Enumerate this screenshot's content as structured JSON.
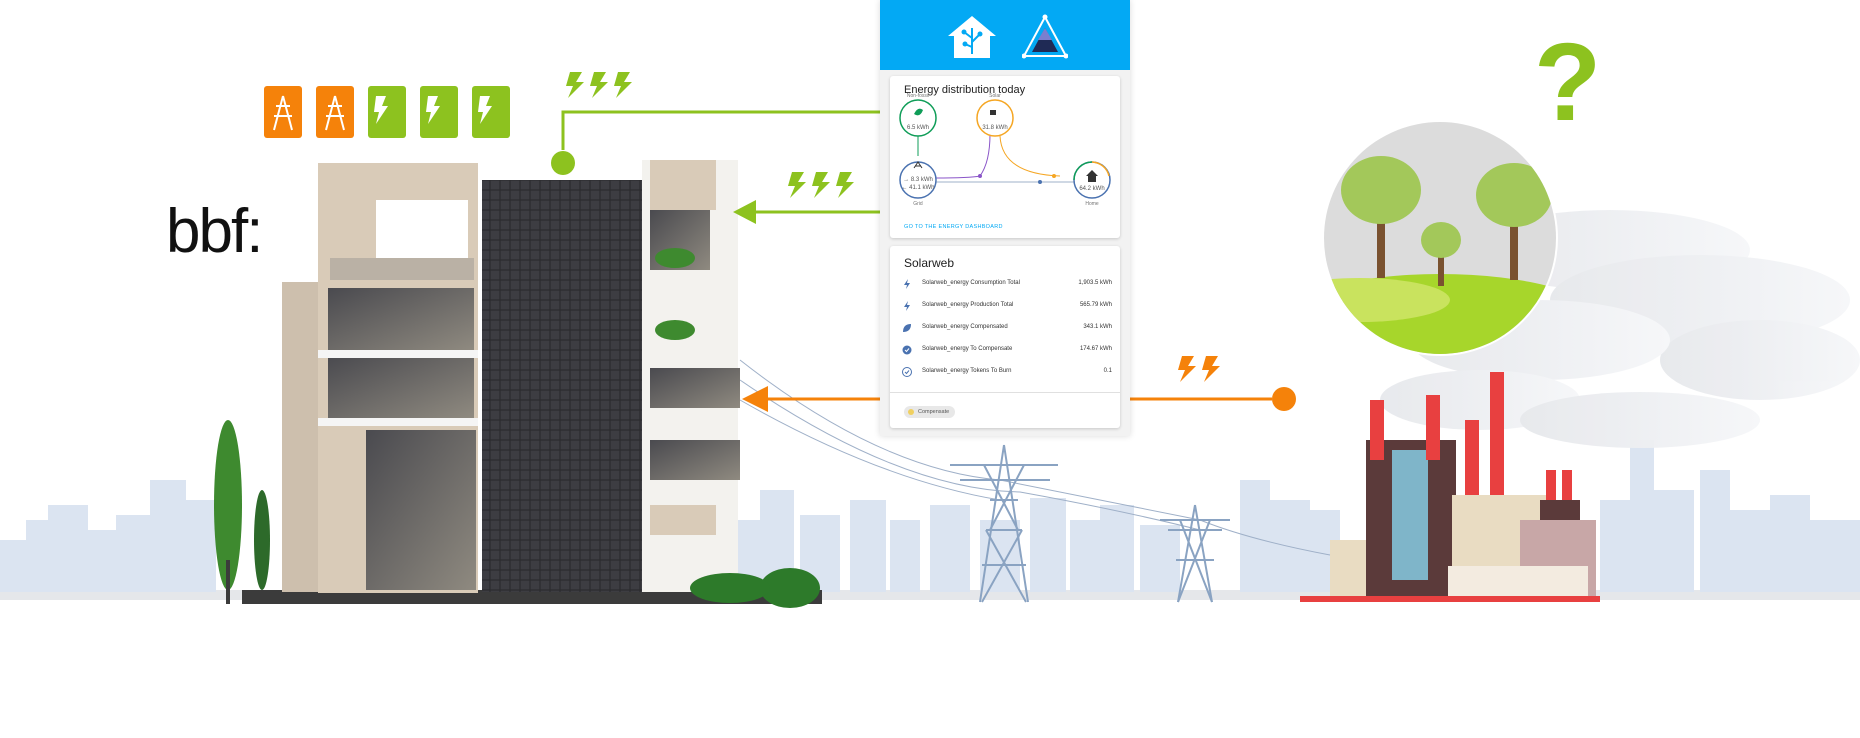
{
  "brand": {
    "logo_text": "bbf:"
  },
  "question_mark": "?",
  "phone": {
    "header_icons": [
      "home-assistant-icon",
      "solarweb-triangle-icon"
    ],
    "energy_card": {
      "title": "Energy distribution today",
      "nodes": {
        "non_fossil": {
          "label": "Non-fossil",
          "value": "6.5 kWh"
        },
        "solar": {
          "label": "Solar",
          "value": "31.8 kWh"
        },
        "grid": {
          "label": "Grid",
          "value_in": "→ 8.3 kWh",
          "value_out": "← 41.1 kWh"
        },
        "home": {
          "label": "Home",
          "value": "64.2 kWh"
        }
      },
      "link_text": "GO TO THE ENERGY DASHBOARD"
    },
    "solar_card": {
      "title": "Solarweb",
      "rows": [
        {
          "label": "Solarweb_energy Consumption Total",
          "value": "1,903.5 kWh",
          "icon": "bolt-icon"
        },
        {
          "label": "Solarweb_energy Production Total",
          "value": "565.79 kWh",
          "icon": "bolt-icon"
        },
        {
          "label": "Solarweb_energy Compensated",
          "value": "343.1 kWh",
          "icon": "leaf-icon"
        },
        {
          "label": "Solarweb_energy To Compensate",
          "value": "174.67 kWh",
          "icon": "check-circle-icon"
        },
        {
          "label": "Solarweb_energy Tokens To Burn",
          "value": "0.1",
          "icon": "check-badge-icon"
        }
      ],
      "chip_label": "Compensate"
    }
  },
  "colors": {
    "green": "#8dc21f",
    "orange": "#f5820a",
    "ha_blue": "#03a9f4",
    "skyline": "#dbe4f1",
    "factory_red": "#e84040",
    "factory_brown": "#5b3a3a"
  },
  "tiles": [
    {
      "icon": "power-pylon-icon",
      "color": "#f5820a"
    },
    {
      "icon": "power-pylon-icon",
      "color": "#f5820a"
    },
    {
      "icon": "solar-bolt-icon",
      "color": "#8dc21f"
    },
    {
      "icon": "solar-bolt-icon",
      "color": "#8dc21f"
    },
    {
      "icon": "solar-bolt-icon",
      "color": "#8dc21f"
    }
  ]
}
